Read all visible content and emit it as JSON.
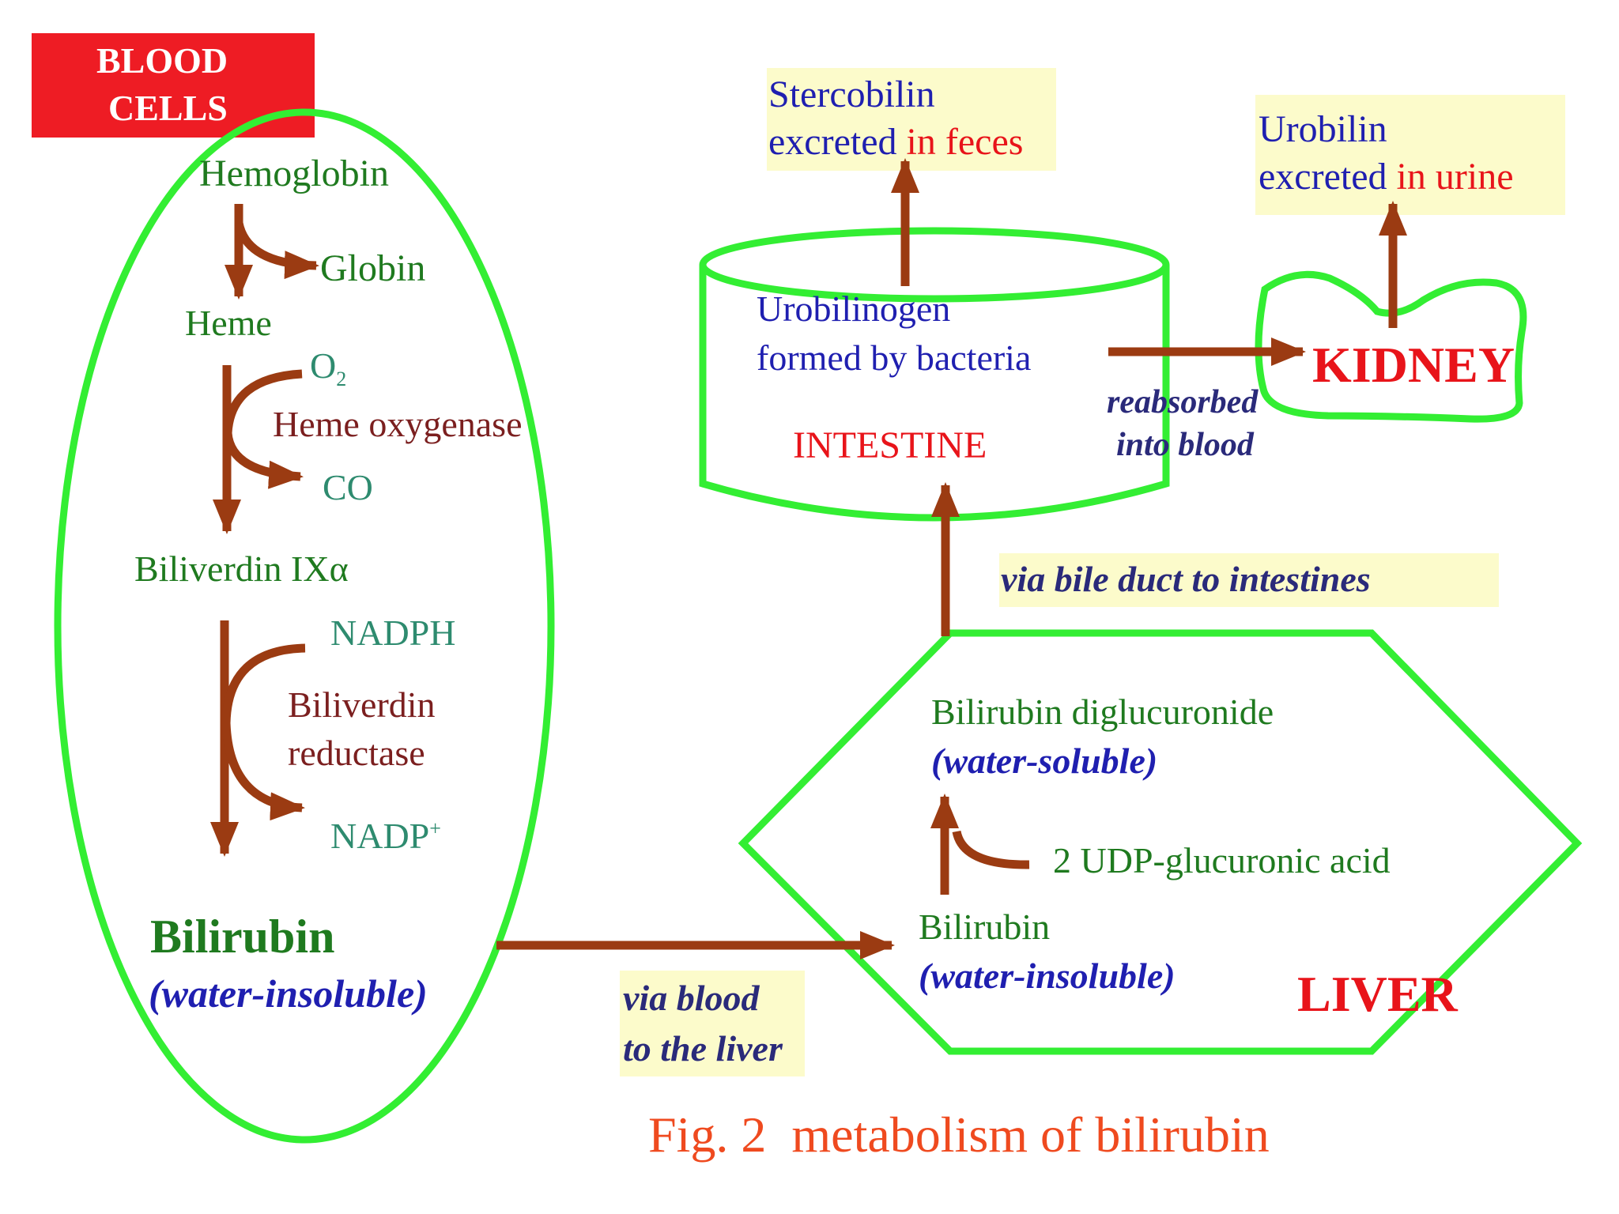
{
  "blood_cells": {
    "label_line1": "BLOOD",
    "label_line2": "CELLS"
  },
  "blood": {
    "hemoglobin": "Hemoglobin",
    "globin": "Globin",
    "heme": "Heme",
    "o2": "O",
    "o2_sub": "2",
    "heme_oxygenase": "Heme oxygenase",
    "co": "CO",
    "biliverdin": "Biliverdin IXα",
    "nadph": "NADPH",
    "biliverdin_reductase_1": "Biliverdin",
    "biliverdin_reductase_2": "reductase",
    "nadp": "NADP",
    "nadp_sup": "+",
    "bilirubin": "Bilirubin",
    "bilirubin_note": "(water-insoluble)"
  },
  "transport": {
    "line1": "via blood",
    "line2": "to the liver"
  },
  "liver": {
    "title": "LIVER",
    "product": "Bilirubin diglucuronide",
    "product_note": "(water-soluble)",
    "cofactor": "2 UDP-glucuronic acid",
    "substrate": "Bilirubin",
    "substrate_note": "(water-insoluble)"
  },
  "bile_duct": "via bile duct to intestines",
  "intestine": {
    "title": "INTESTINE",
    "urobilinogen_1": "Urobilinogen",
    "urobilinogen_2": "formed by bacteria"
  },
  "stercobilin": {
    "line1": "Stercobilin",
    "line2a": "excreted ",
    "line2b": "in feces"
  },
  "reabsorbed": {
    "line1": "reabsorbed",
    "line2": "into blood"
  },
  "kidney": {
    "title": "KIDNEY"
  },
  "urobilin": {
    "line1": "Urobilin",
    "line2a": "excreted ",
    "line2b": "in urine"
  },
  "caption": "Fig. 2  metabolism of bilirubin",
  "colors": {
    "outline_green": "#33ee33",
    "arrow_brown": "#9b3b12",
    "label_red": "#e8141a",
    "label_blue": "#1f1fb0",
    "note_bg": "#fcfbcb"
  }
}
